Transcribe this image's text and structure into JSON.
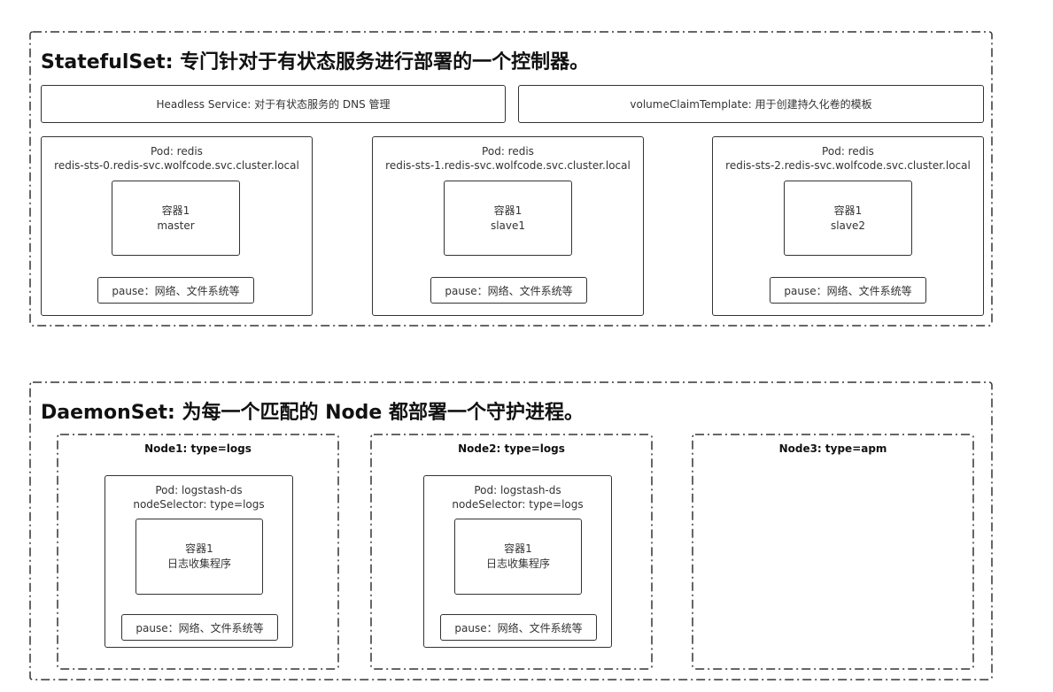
{
  "statefulset": {
    "title": "StatefulSet: 专门针对于有状态服务进行部署的一个控制器。",
    "headless": "Headless Service: 对于有状态服务的 DNS 管理",
    "volume": "volumeClaimTemplate: 用于创建持久化卷的模板",
    "pods": [
      {
        "name": "Pod: redis",
        "host": "redis-sts-0.redis-svc.wolfcode.svc.cluster.local",
        "container": "容器1",
        "role": "master",
        "pause": "pause：网络、文件系统等"
      },
      {
        "name": "Pod: redis",
        "host": "redis-sts-1.redis-svc.wolfcode.svc.cluster.local",
        "container": "容器1",
        "role": "slave1",
        "pause": "pause：网络、文件系统等"
      },
      {
        "name": "Pod: redis",
        "host": "redis-sts-2.redis-svc.wolfcode.svc.cluster.local",
        "container": "容器1",
        "role": "slave2",
        "pause": "pause：网络、文件系统等"
      }
    ]
  },
  "daemonset": {
    "title": "DaemonSet: 为每一个匹配的 Node 都部署一个守护进程。",
    "nodes": [
      {
        "title": "Node1: type=logs",
        "pod": "Pod: logstash-ds",
        "selector": "nodeSelector: type=logs",
        "container": "容器1",
        "program": "日志收集程序",
        "pause": "pause：网络、文件系统等"
      },
      {
        "title": "Node2: type=logs",
        "pod": "Pod: logstash-ds",
        "selector": "nodeSelector: type=logs",
        "container": "容器1",
        "program": "日志收集程序",
        "pause": "pause：网络、文件系统等"
      },
      {
        "title": "Node3: type=apm"
      }
    ]
  }
}
